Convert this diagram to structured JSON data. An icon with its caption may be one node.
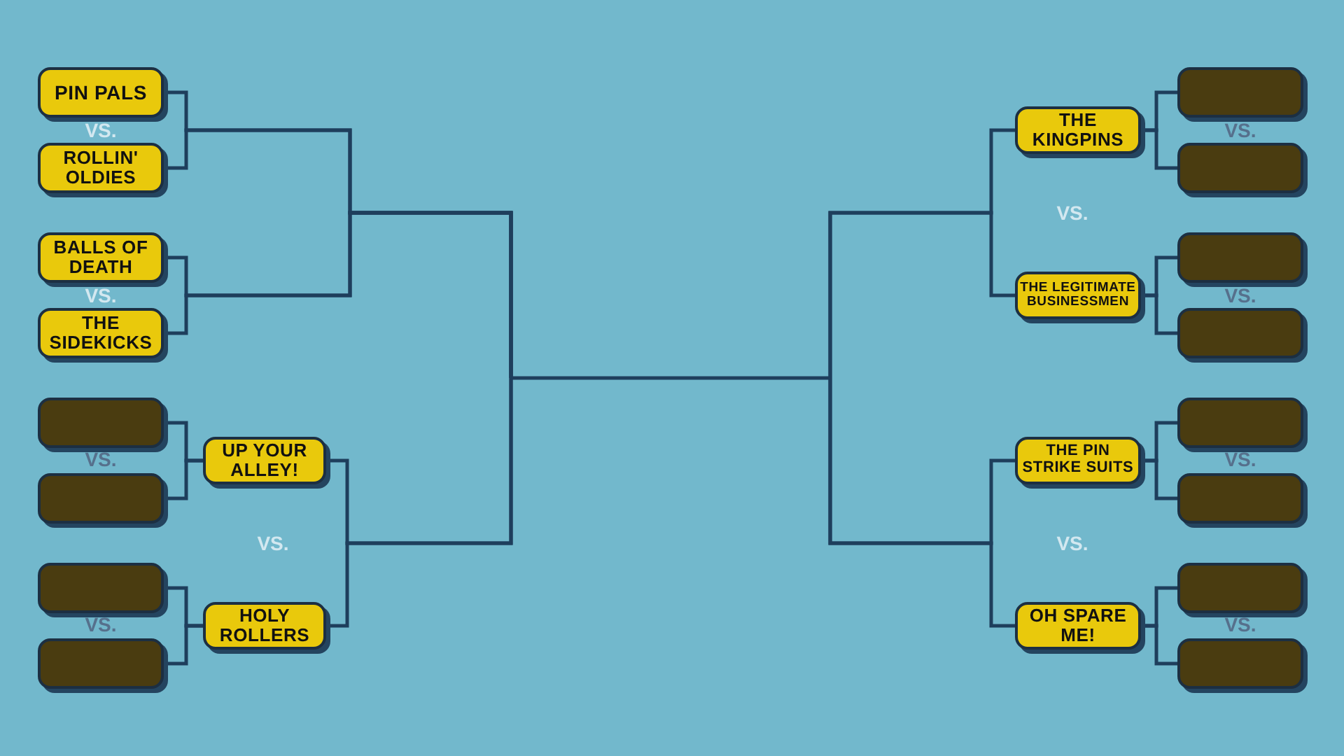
{
  "diagram": {
    "nodes": [
      {
        "text": [
          "PIN PALS"
        ]
      },
      {
        "text": [
          "ROLLIN' OLDIES"
        ]
      },
      {
        "text": [
          "BALLS OF DEATH"
        ]
      },
      {
        "text": [
          "THE SIDEKICKS"
        ]
      },
      {
        "text": [],
        "shape": "box"
      },
      {
        "text": [],
        "shape": "box"
      },
      {
        "text": [],
        "shape": "box"
      },
      {
        "text": [],
        "shape": "box"
      },
      {
        "text": [
          "UP YOUR ALLEY!"
        ]
      },
      {
        "text": [
          "HOLY ROLLERS"
        ]
      },
      {
        "text": [
          "THE KINGPINS"
        ]
      },
      {
        "text": [
          "THE LEGITIMATE BUSINESSMEN"
        ]
      },
      {
        "text": [
          "THE PIN STRIKE SUITS"
        ]
      },
      {
        "text": [
          "OH SPARE ME!"
        ]
      },
      {
        "text": [],
        "shape": "box"
      },
      {
        "text": [],
        "shape": "box"
      },
      {
        "text": [],
        "shape": "box"
      },
      {
        "text": [],
        "shape": "box"
      },
      {
        "text": [],
        "shape": "box"
      },
      {
        "text": [],
        "shape": "box"
      },
      {
        "text": [],
        "shape": "box"
      },
      {
        "text": [],
        "shape": "box"
      }
    ],
    "edges": [
      {
        "from": 0,
        "to": null,
        "arrow": "none"
      },
      {
        "from": 1,
        "to": null,
        "arrow": "none"
      },
      {
        "from": 2,
        "to": null,
        "arrow": "none"
      },
      {
        "from": 3,
        "to": null,
        "arrow": "none"
      },
      {
        "from": 4,
        "to": 8,
        "arrow": "none"
      },
      {
        "from": 5,
        "to": 8,
        "arrow": "none"
      },
      {
        "from": 6,
        "to": 9,
        "arrow": "none"
      },
      {
        "from": 7,
        "to": 9,
        "arrow": "none"
      },
      {
        "from": 8,
        "to": null,
        "arrow": "none"
      },
      {
        "from": 9,
        "to": null,
        "arrow": "none"
      },
      {
        "from": 14,
        "to": 10,
        "arrow": "none"
      },
      {
        "from": 15,
        "to": 10,
        "arrow": "none"
      },
      {
        "from": 16,
        "to": 11,
        "arrow": "none"
      },
      {
        "from": 17,
        "to": 11,
        "arrow": "none"
      },
      {
        "from": 18,
        "to": 12,
        "arrow": "none"
      },
      {
        "from": 19,
        "to": 12,
        "arrow": "none"
      },
      {
        "from": 20,
        "to": 13,
        "arrow": "none"
      },
      {
        "from": 21,
        "to": 13,
        "arrow": "none"
      },
      {
        "from": 10,
        "to": null,
        "arrow": "none"
      },
      {
        "from": 11,
        "to": null,
        "arrow": "none"
      },
      {
        "from": 12,
        "to": null,
        "arrow": "none"
      },
      {
        "from": 13,
        "to": null,
        "arrow": "none"
      }
    ],
    "labels": [
      "VS.",
      "VS.",
      "VS.",
      "VS.",
      "VS.",
      "VS.",
      "VS.",
      "VS.",
      "VS.",
      "VS.",
      "VS."
    ]
  }
}
